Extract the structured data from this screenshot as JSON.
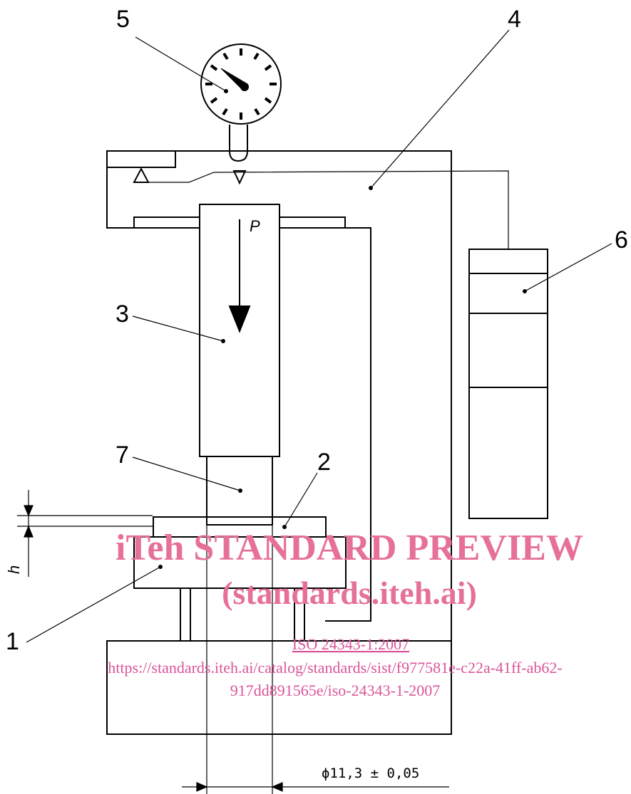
{
  "callouts": {
    "c1": "1",
    "c2": "2",
    "c3": "3",
    "c4": "4",
    "c5": "5",
    "c6": "6",
    "c7": "7"
  },
  "load_label": "P",
  "height_label": "h",
  "diameter_label": "ϕ11,3 ± 0,05",
  "watermark": {
    "title": "iTeh STANDARD PREVIEW",
    "subtitle": "(standards.iteh.ai)",
    "doc_ref": "ISO 24343-1:2007",
    "url_line1": "https://standards.iteh.ai/catalog/standards/sist/f977581e-c22a-41ff-ab62-",
    "url_line2": "917dd891565e/iso-24343-1-2007",
    "color": "#e6709a"
  }
}
